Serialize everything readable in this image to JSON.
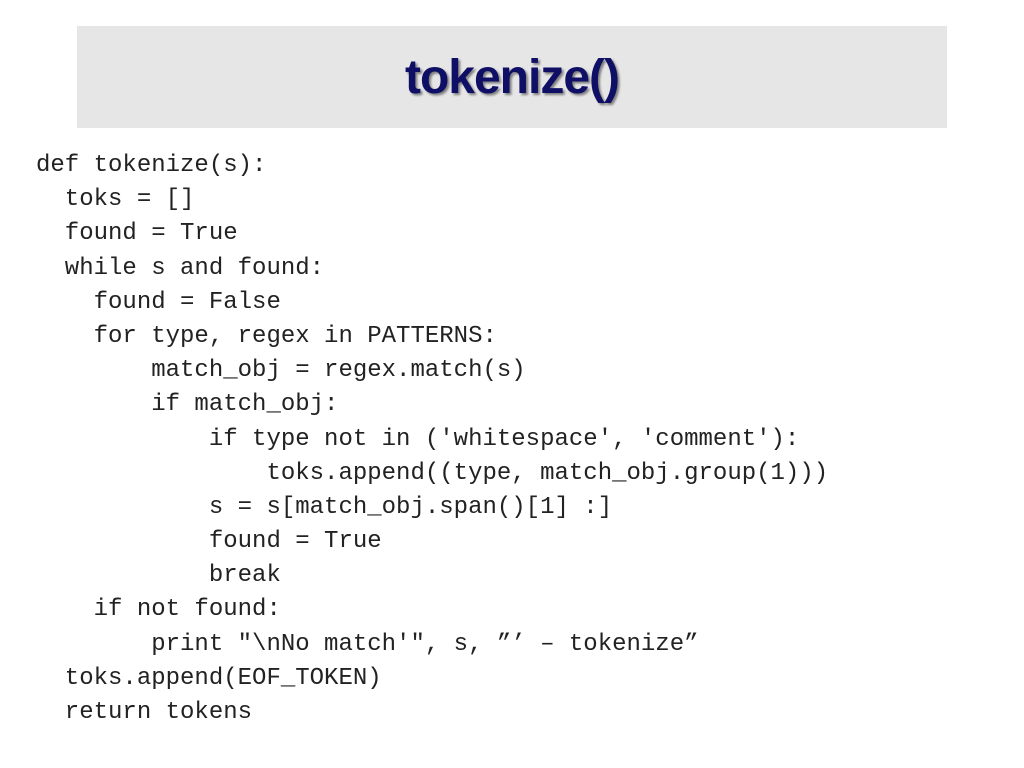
{
  "slide": {
    "title": "tokenize()",
    "colors": {
      "title_text": "#0f0f66",
      "title_background": "#e6e6e6",
      "code_text": "#222222"
    }
  },
  "code": {
    "lines": [
      "def tokenize(s):",
      "  toks = []",
      "  found = True",
      "  while s and found:",
      "    found = False",
      "    for type, regex in PATTERNS:",
      "        match_obj = regex.match(s)",
      "        if match_obj:",
      "            if type not in ('whitespace', 'comment'):",
      "                toks.append((type, match_obj.group(1)))",
      "            s = s[match_obj.span()[1] :]",
      "            found = True",
      "            break",
      "    if not found:",
      "        print \"\\nNo match'\", s, ”’ – tokenize”",
      "  toks.append(EOF_TOKEN)",
      "  return tokens"
    ]
  }
}
